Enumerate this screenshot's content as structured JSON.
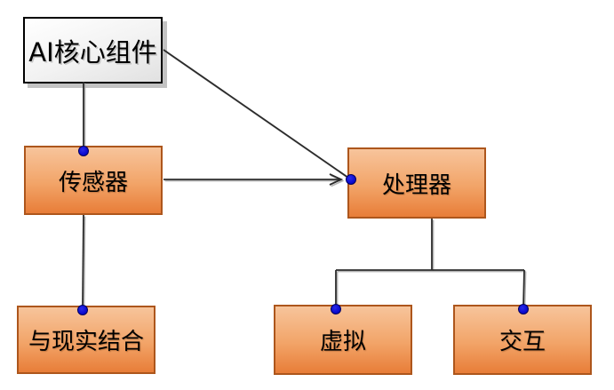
{
  "diagram": {
    "nodes": {
      "ai_core": {
        "label": "AI核心组件",
        "role": "title"
      },
      "sensor": {
        "label": "传感器",
        "role": "component"
      },
      "processor": {
        "label": "处理器",
        "role": "component"
      },
      "reality": {
        "label": "与现实结合",
        "role": "component"
      },
      "virtual": {
        "label": "虚拟",
        "role": "component"
      },
      "interaction": {
        "label": "交互",
        "role": "component"
      }
    },
    "edges": [
      {
        "from": "ai_core",
        "to": "sensor",
        "style": "line"
      },
      {
        "from": "ai_core",
        "to": "processor",
        "style": "line"
      },
      {
        "from": "sensor",
        "to": "processor",
        "style": "arrow"
      },
      {
        "from": "sensor",
        "to": "reality",
        "style": "line"
      },
      {
        "from": "processor",
        "to": "virtual",
        "style": "elbow"
      },
      {
        "from": "processor",
        "to": "interaction",
        "style": "elbow"
      }
    ],
    "colors": {
      "node_fill_top": "#F7C49B",
      "node_fill_bottom": "#E87D38",
      "node_border": "#AD561C",
      "title_fill_top": "#FFFFFF",
      "title_fill_bottom": "#E1E1E1",
      "title_border": "#000000",
      "title_shadow": "#C3C3C3",
      "connector": "#2B2B2B",
      "connector_shadow": "#A8A8A8",
      "anchor_dot_fill": "#0B0BD0",
      "anchor_dot_border": "#000060",
      "text": "#000000",
      "background": "#FFFFFF"
    }
  }
}
